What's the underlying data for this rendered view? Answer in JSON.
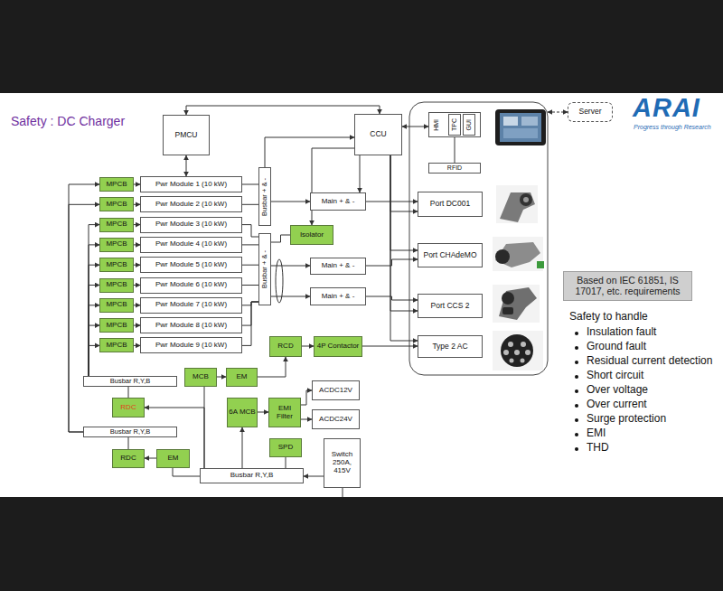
{
  "diagram": {
    "title": "Safety : DC Charger",
    "nodes": [
      {
        "text": [
          "PMCU"
        ]
      },
      {
        "text": [
          "CCU"
        ]
      },
      {
        "text": [
          "HMI"
        ]
      },
      {
        "text": [
          "TPC"
        ],
        "in": 2
      },
      {
        "text": [
          "GUI"
        ],
        "in": 2
      },
      {
        "text": [
          "RFID"
        ]
      },
      {
        "text": [
          "Server"
        ]
      },
      {
        "text": [
          "MPCB"
        ]
      },
      {
        "text": [
          "Pwr Module 1 (10 kW)"
        ]
      },
      {
        "text": [
          "MPCB"
        ]
      },
      {
        "text": [
          "Pwr Module 2 (10 kW)"
        ]
      },
      {
        "text": [
          "MPCB"
        ]
      },
      {
        "text": [
          "Pwr Module 3 (10 kW)"
        ]
      },
      {
        "text": [
          "MPCB"
        ]
      },
      {
        "text": [
          "Pwr Module 4 (10 kW)"
        ]
      },
      {
        "text": [
          "MPCB"
        ]
      },
      {
        "text": [
          "Pwr Module 5 (10 kW)"
        ]
      },
      {
        "text": [
          "MPCB"
        ]
      },
      {
        "text": [
          "Pwr Module 6 (10 kW)"
        ]
      },
      {
        "text": [
          "MPCB"
        ]
      },
      {
        "text": [
          "Pwr Module 7 (10 kW)"
        ]
      },
      {
        "text": [
          "MPCB"
        ]
      },
      {
        "text": [
          "Pwr Module 8 (10 kW)"
        ]
      },
      {
        "text": [
          "MPCB"
        ]
      },
      {
        "text": [
          "Pwr Module 9 (10 kW)"
        ]
      },
      {
        "text": [
          "Busbar + & -"
        ]
      },
      {
        "text": [
          "Main + & -"
        ]
      },
      {
        "text": [
          "Port DC001"
        ]
      },
      {
        "text": [
          "Isolator"
        ]
      },
      {
        "text": [
          "Busbar + & -"
        ]
      },
      {
        "text": [
          "Main + & -"
        ]
      },
      {
        "text": [
          "Port CHAdeMO"
        ]
      },
      {
        "text": [
          "Main + & -"
        ]
      },
      {
        "text": [
          "Port CCS 2"
        ]
      },
      {
        "text": [
          "RCD"
        ]
      },
      {
        "text": [
          "4P Contactor"
        ]
      },
      {
        "text": [
          "Type 2 AC"
        ]
      },
      {
        "text": [
          "Busbar R,Y,B"
        ]
      },
      {
        "text": [
          "MCB"
        ]
      },
      {
        "text": [
          "EM"
        ]
      },
      {
        "text": [
          "RDC"
        ]
      },
      {
        "text": [
          "6A MCB"
        ]
      },
      {
        "text": [
          "EMI Filter"
        ]
      },
      {
        "text": [
          "ACDC12V"
        ]
      },
      {
        "text": [
          "ACDC24V"
        ]
      },
      {
        "text": [
          "Busbar R,Y,B"
        ]
      },
      {
        "text": [
          "RDC"
        ]
      },
      {
        "text": [
          "EM"
        ]
      },
      {
        "text": [
          "SPD"
        ]
      },
      {
        "text": [
          "Switch 250A, 415V"
        ]
      },
      {
        "text": [
          "Busbar R,Y,B"
        ]
      },
      {
        "text": [
          "Based on IEC 61851, IS 17017, etc. requirements"
        ]
      }
    ],
    "edges": [
      {
        "from": 0,
        "to": 1,
        "arrow": "both"
      },
      {
        "from": 0,
        "to": 8,
        "arrow": "both"
      },
      {
        "from": 1,
        "to": 2,
        "arrow": "both"
      },
      {
        "from": 2,
        "to": 5,
        "arrow": "none"
      },
      {
        "from": 1,
        "to": 27,
        "arrow": "to"
      },
      {
        "from": 1,
        "to": 31,
        "arrow": "to"
      },
      {
        "from": 1,
        "to": 33,
        "arrow": "to"
      },
      {
        "from": 1,
        "to": 36,
        "arrow": "to"
      },
      {
        "from": 1,
        "to": 26,
        "arrow": "to"
      },
      {
        "from": 1,
        "to": 28,
        "arrow": "to"
      },
      {
        "from": 25,
        "to": 1,
        "arrow": "to"
      },
      {
        "from": 7,
        "to": 8,
        "arrow": "to"
      },
      {
        "from": 9,
        "to": 10,
        "arrow": "to"
      },
      {
        "from": 11,
        "to": 12,
        "arrow": "to"
      },
      {
        "from": 13,
        "to": 14,
        "arrow": "to"
      },
      {
        "from": 15,
        "to": 16,
        "arrow": "to"
      },
      {
        "from": 17,
        "to": 18,
        "arrow": "to"
      },
      {
        "from": 19,
        "to": 20,
        "arrow": "to"
      },
      {
        "from": 21,
        "to": 22,
        "arrow": "to"
      },
      {
        "from": 23,
        "to": 24,
        "arrow": "to"
      },
      {
        "from": 8,
        "to": 25,
        "arrow": "none"
      },
      {
        "from": 10,
        "to": 25,
        "arrow": "none"
      },
      {
        "from": 12,
        "to": 29,
        "arrow": "none"
      },
      {
        "from": 14,
        "to": 29,
        "arrow": "none"
      },
      {
        "from": 16,
        "to": 29,
        "arrow": "none"
      },
      {
        "from": 18,
        "to": 29,
        "arrow": "none"
      },
      {
        "from": 20,
        "to": 29,
        "arrow": "none"
      },
      {
        "from": 22,
        "to": 29,
        "arrow": "none"
      },
      {
        "from": 24,
        "to": 29,
        "arrow": "none"
      },
      {
        "from": 25,
        "to": 26,
        "arrow": "to"
      },
      {
        "from": 29,
        "to": 30,
        "arrow": "to"
      },
      {
        "from": 29,
        "to": 32,
        "arrow": "to"
      },
      {
        "from": 28,
        "to": 29,
        "arrow": "none"
      },
      {
        "from": 26,
        "to": 27,
        "arrow": "to"
      },
      {
        "from": 30,
        "to": 31,
        "arrow": "to"
      },
      {
        "from": 32,
        "to": 33,
        "arrow": "to"
      },
      {
        "from": 37,
        "to": 11,
        "arrow": "to"
      },
      {
        "from": 37,
        "to": 13,
        "arrow": "to"
      },
      {
        "from": 37,
        "to": 15,
        "arrow": "to"
      },
      {
        "from": 37,
        "to": 17,
        "arrow": "to"
      },
      {
        "from": 37,
        "to": 19,
        "arrow": "to"
      },
      {
        "from": 37,
        "to": 21,
        "arrow": "to"
      },
      {
        "from": 37,
        "to": 23,
        "arrow": "to"
      },
      {
        "from": 45,
        "to": 7,
        "arrow": "to"
      },
      {
        "from": 45,
        "to": 9,
        "arrow": "to"
      },
      {
        "from": 40,
        "to": 37,
        "arrow": "none"
      },
      {
        "from": 50,
        "to": 40,
        "arrow": "to"
      },
      {
        "from": 46,
        "to": 45,
        "arrow": "none"
      },
      {
        "from": 47,
        "to": 46,
        "arrow": "to"
      },
      {
        "from": 50,
        "to": 47,
        "arrow": "none"
      },
      {
        "from": 50,
        "to": 38,
        "arrow": "none"
      },
      {
        "from": 38,
        "to": 39,
        "arrow": "to"
      },
      {
        "from": 39,
        "to": 34,
        "arrow": "to"
      },
      {
        "from": 34,
        "to": 35,
        "arrow": "to"
      },
      {
        "from": 35,
        "to": 36,
        "arrow": "to"
      },
      {
        "from": 50,
        "to": 41,
        "arrow": "to"
      },
      {
        "from": 41,
        "to": 42,
        "arrow": "to"
      },
      {
        "from": 42,
        "to": 43,
        "arrow": "to"
      },
      {
        "from": 42,
        "to": 44,
        "arrow": "to"
      },
      {
        "from": 48,
        "to": 50,
        "arrow": "none"
      },
      {
        "from": 49,
        "to": 50,
        "arrow": "to"
      }
    ],
    "labels": [
      "ARAI",
      "Progress through Research",
      "Safety to handle",
      "Insulation fault",
      "Ground fault",
      "Residual current detection",
      "Short circuit",
      "Over voltage",
      "Over current",
      "Surge protection",
      "EMI",
      "THD"
    ]
  }
}
